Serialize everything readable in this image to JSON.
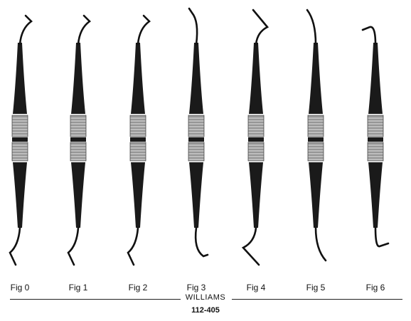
{
  "figures": [
    {
      "label": "Fig 0",
      "top": "sickle-left",
      "bottom": "sickle-right"
    },
    {
      "label": "Fig 1",
      "top": "sickle-left",
      "bottom": "sickle-right"
    },
    {
      "label": "Fig 2",
      "top": "sickle-left",
      "bottom": "sickle-right"
    },
    {
      "label": "Fig 3",
      "top": "paddle-curve",
      "bottom": "paddle-tip"
    },
    {
      "label": "Fig 4",
      "top": "straight-hook",
      "bottom": "straight-hook"
    },
    {
      "label": "Fig 5",
      "top": "spoon",
      "bottom": "spoon"
    },
    {
      "label": "Fig 6",
      "top": "loop",
      "bottom": "loop"
    }
  ],
  "brand": "WILLIAMS",
  "catalog_number": "112-405",
  "colors": {
    "ink": "#111111",
    "handle": "#1a1a1a",
    "knurl": "#bdbdbd"
  }
}
